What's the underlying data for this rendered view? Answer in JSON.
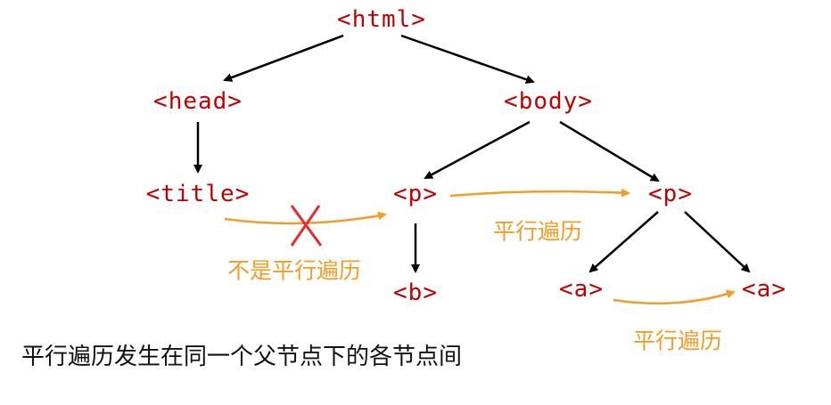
{
  "nodes": {
    "html": "<html>",
    "head": "<head>",
    "body": "<body>",
    "title": "<title>",
    "p1": "<p>",
    "p2": "<p>",
    "b": "<b>",
    "a1": "<a>",
    "a2": "<a>"
  },
  "labels": {
    "not_sibling": "不是平行遍历",
    "sibling_p": "平行遍历",
    "sibling_a": "平行遍历"
  },
  "caption": "平行遍历发生在同一个父节点下的各节点间",
  "colors": {
    "node_text": "#c00000",
    "sibling_arrow": "#f39c26",
    "cross": "#e52b2b",
    "edge": "#000000"
  }
}
